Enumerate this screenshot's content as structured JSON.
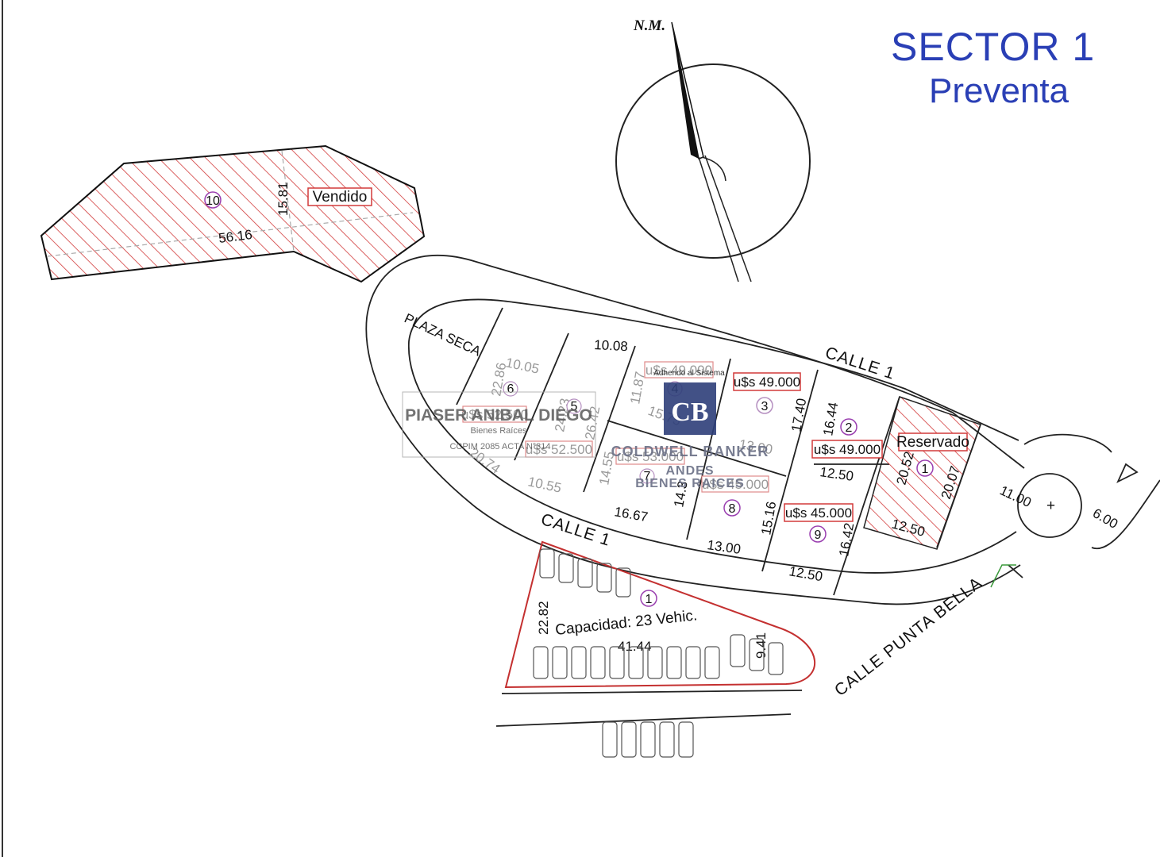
{
  "header": {
    "sector": "SECTOR 1",
    "stage": "Preventa",
    "north_label": "N.M."
  },
  "colors": {
    "title_blue": "#2a3fb5",
    "sold_red": "#d23a3a",
    "lot_number_circle": "#9a3fb0"
  },
  "streets": {
    "calle_1_top": "CALLE 1",
    "calle_1_bottom": "CALLE 1",
    "punta_bella": "CALLE PUNTA BELLA",
    "plaza": "PLAZA SECA"
  },
  "lots": {
    "lot10": {
      "number": "10",
      "status": "Vendido",
      "dim_a": "15.81",
      "dim_b": "56.16"
    },
    "lot1": {
      "number": "1",
      "status": "Reservado",
      "dim_a": "20.52",
      "dim_b": "20.07",
      "dim_c": "12.50"
    },
    "lot2": {
      "number": "2",
      "price": "u$s 49.000",
      "dim_a": "16.44",
      "dim_b": "12.50"
    },
    "lot3": {
      "number": "3",
      "price": "u$s 49.000",
      "dim_a": "17.40",
      "dim_b": "13.00"
    },
    "lot4": {
      "number": "4",
      "price": "u$s 49.000",
      "note": "Adherido al Sistema",
      "dim_a": "11.87",
      "dim_b": "15.75"
    },
    "lot5": {
      "number": "5",
      "price": "u$s 52.500",
      "dim_a": "24.23",
      "dim_b": "26.42",
      "dim_c": "10.08"
    },
    "lot6": {
      "number": "6",
      "price": "u$s 52.500",
      "dim_a": "22.86",
      "dim_b": "10.05",
      "dim_c": "20.74",
      "dim_d": "10.55"
    },
    "lot7": {
      "number": "7",
      "price": "u$s 53.000",
      "dim_a": "14.55",
      "dim_b": "16.67"
    },
    "lot8": {
      "number": "8",
      "price": "u$s 45.000",
      "dim_a": "14.3",
      "dim_b": "15.16",
      "dim_c": "13.00"
    },
    "lot9": {
      "number": "9",
      "price": "u$s 45.000",
      "dim_a": "16.42",
      "dim_b": "12.50"
    }
  },
  "roundabout": {
    "dim_a": "11.00",
    "dim_b": "6.00"
  },
  "parking": {
    "number": "1",
    "capacity": "Capacidad: 23 Vehic.",
    "dim_a": "22.82",
    "dim_b": "41.44",
    "dim_c": "9.41"
  },
  "watermarks": {
    "agent_name": "PIASER ANIBAL DIEGO",
    "agent_sub": "Bienes Raíces",
    "agent_reg": "CCPIM 2085 ACTA N°314",
    "brand_line1": "COLDWELL BANKER",
    "brand_line2": "ANDES",
    "brand_line3": "BIENES RAICES",
    "brand_logo": "CB"
  }
}
